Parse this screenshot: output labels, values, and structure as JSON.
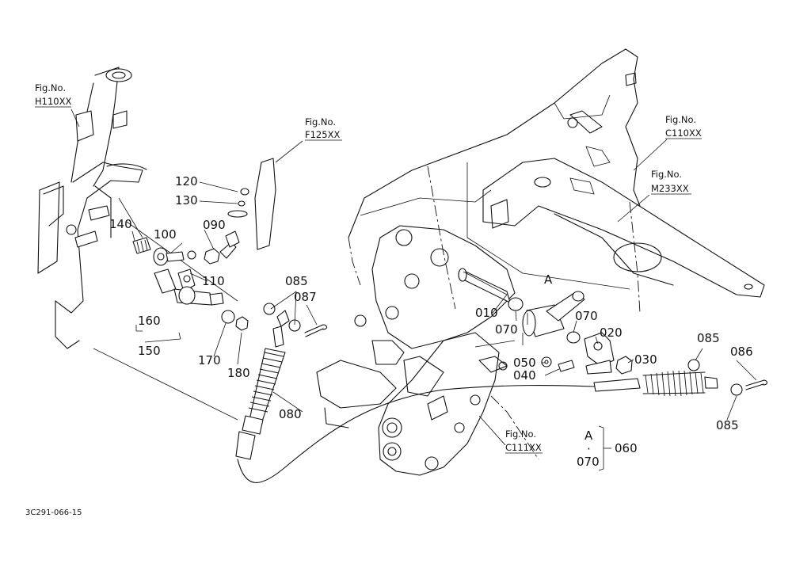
{
  "figure": {
    "code": "3C291-066-15",
    "fig_refs": [
      {
        "id": "h110",
        "line1": "Fig.No.",
        "line2": "H110XX"
      },
      {
        "id": "f125",
        "line1": "Fig.No.",
        "line2": "F125XX"
      },
      {
        "id": "c110",
        "line1": "Fig.No.",
        "line2": "C110XX"
      },
      {
        "id": "m233",
        "line1": "Fig.No.",
        "line2": "M233XX"
      },
      {
        "id": "c111",
        "line1": "Fig.No.",
        "line2": "C111XX"
      }
    ],
    "part_labels": [
      "010",
      "020",
      "030",
      "040",
      "050",
      "070",
      "070",
      "080",
      "085",
      "085",
      "085",
      "086",
      "087",
      "090",
      "100",
      "110",
      "120",
      "130",
      "140",
      "150",
      "160",
      "170",
      "180"
    ],
    "view_marker": "A",
    "set_group": {
      "top": "A",
      "dot": "·",
      "bottom": "070",
      "number": "060"
    }
  }
}
